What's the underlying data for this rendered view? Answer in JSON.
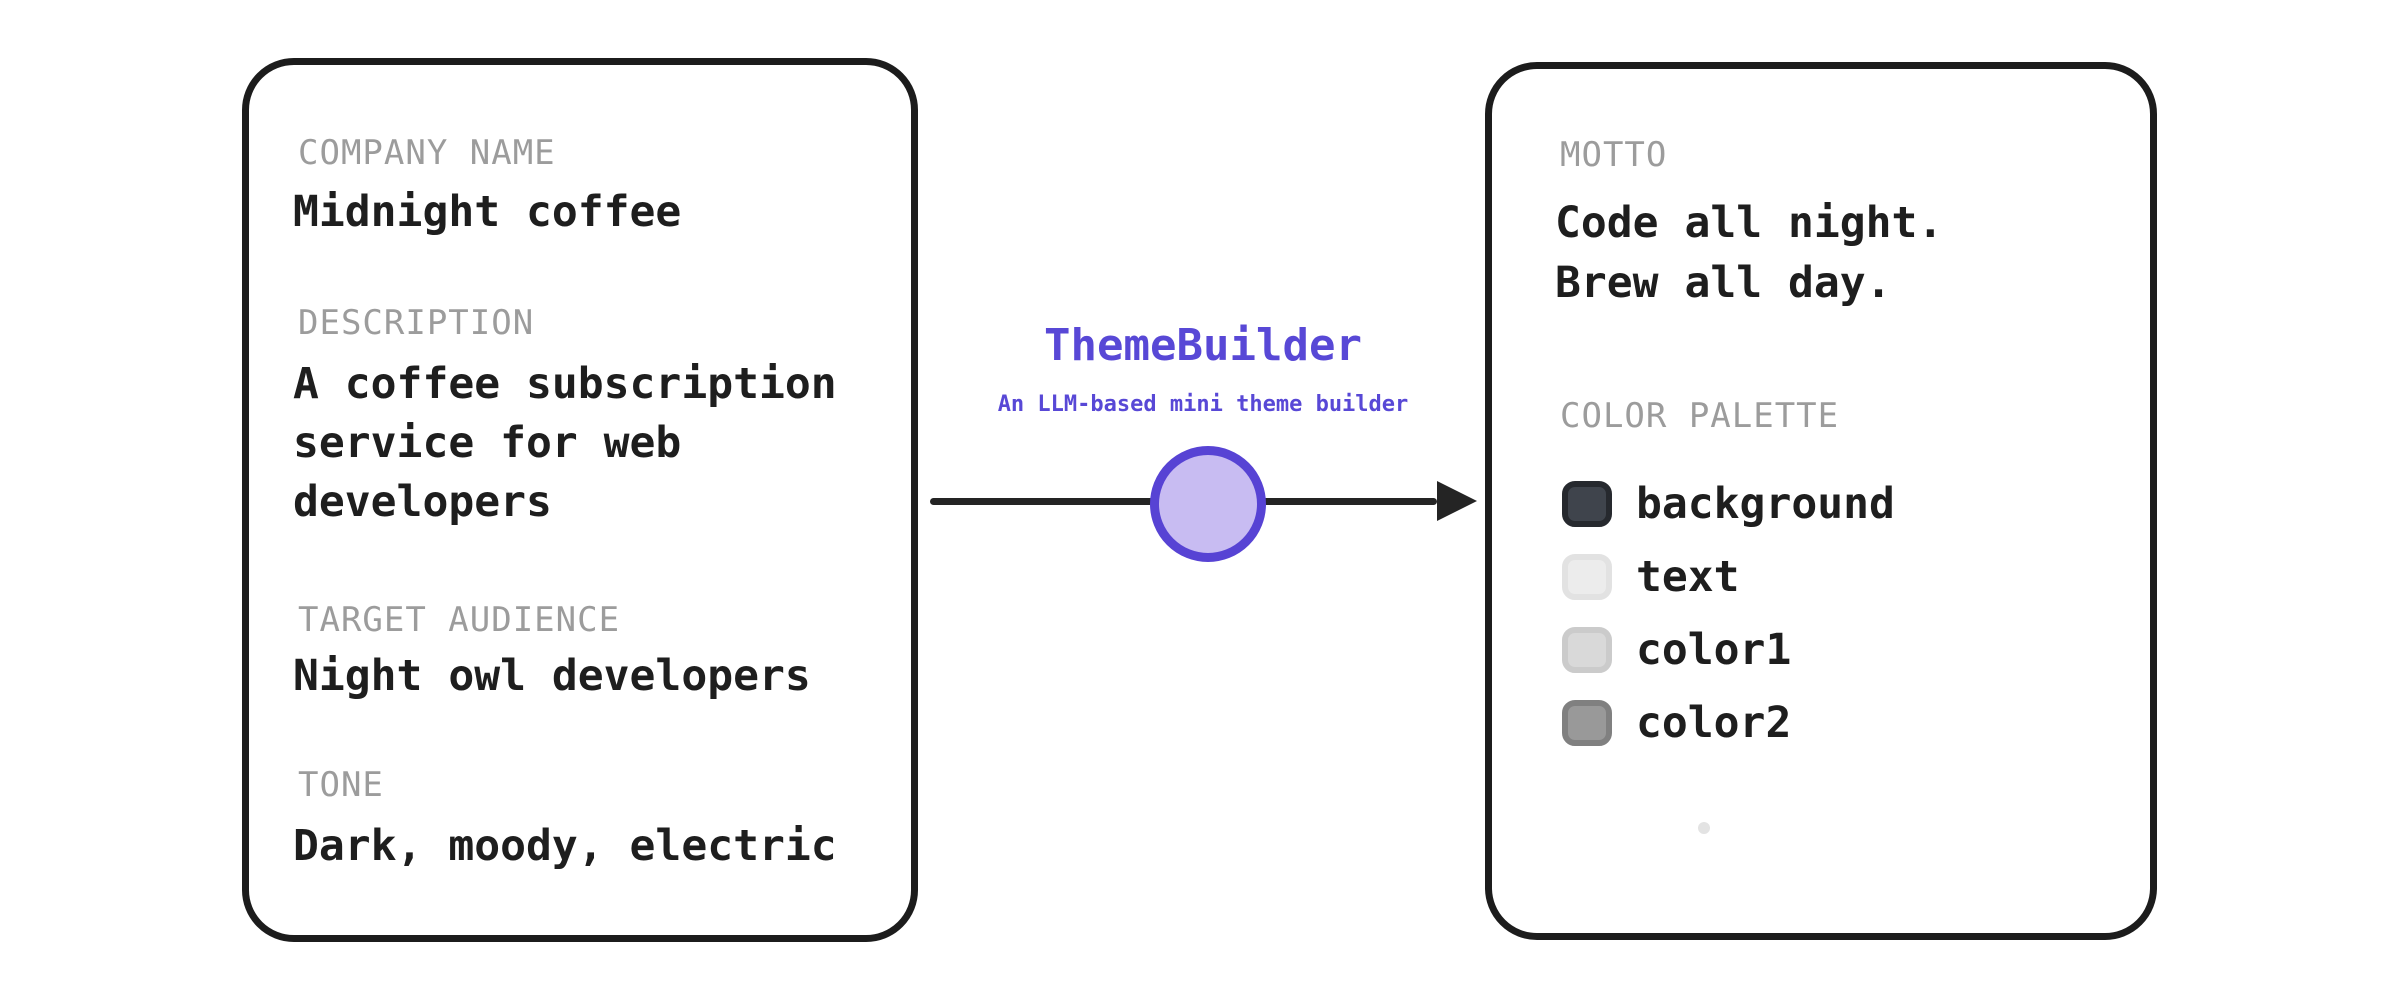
{
  "input_card": {
    "fields": [
      {
        "label": "COMPANY NAME",
        "value": "Midnight coffee"
      },
      {
        "label": "DESCRIPTION",
        "value": "A coffee subscription service for web developers"
      },
      {
        "label": "TARGET AUDIENCE",
        "value": "Night owl developers"
      },
      {
        "label": "TONE",
        "value": "Dark, moody, electric"
      }
    ]
  },
  "processor": {
    "title": "ThemeBuilder",
    "subtitle": "An LLM-based mini theme builder",
    "accent_color": "#5848d6",
    "node_fill": "#c8bcf2",
    "node_stroke": "#5743d4",
    "arrow_color": "#242424"
  },
  "output_card": {
    "motto": {
      "label": "MOTTO",
      "text": "Code all night.\nBrew all day."
    },
    "palette_label": "COLOR PALETTE",
    "palette": [
      {
        "name": "background",
        "fill": "#3f444c",
        "border": "#26292e"
      },
      {
        "name": "text",
        "fill": "#ececec",
        "border": "#e2e2e2"
      },
      {
        "name": "color1",
        "fill": "#d9d9d9",
        "border": "#cbcbcb"
      },
      {
        "name": "color2",
        "fill": "#999999",
        "border": "#808080"
      }
    ],
    "dot_color": "#e3e3e3"
  },
  "theme": {
    "label_color": "#9c9c9c",
    "value_color": "#1e1e1e",
    "card_border": "#1c1c1c",
    "page_background": "#ffffff"
  }
}
